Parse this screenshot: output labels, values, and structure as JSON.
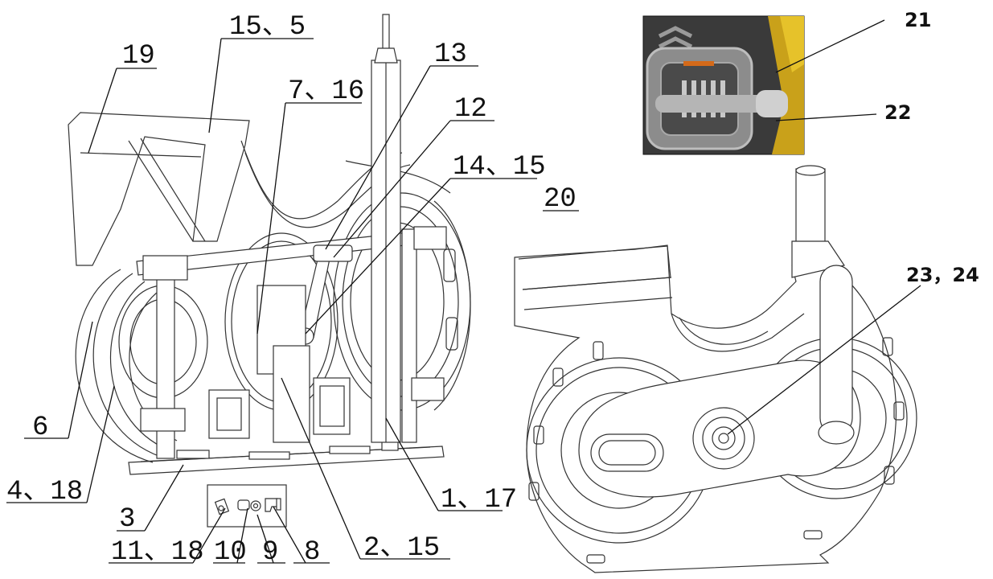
{
  "callouts": {
    "c15_5": "15、5",
    "c19": "19",
    "c13": "13",
    "c7_16": "7、16",
    "c12": "12",
    "c14_15": "14、15",
    "c20": "20",
    "c21": "21",
    "c22": "22",
    "c23_24": "23，24",
    "c6": "6",
    "c4_18": "4、18",
    "c3": "3",
    "c11_18": "11、18",
    "c10": "10",
    "c9": "9",
    "c8": "8",
    "c2_15": "2、15",
    "c1_17": "1、17"
  }
}
